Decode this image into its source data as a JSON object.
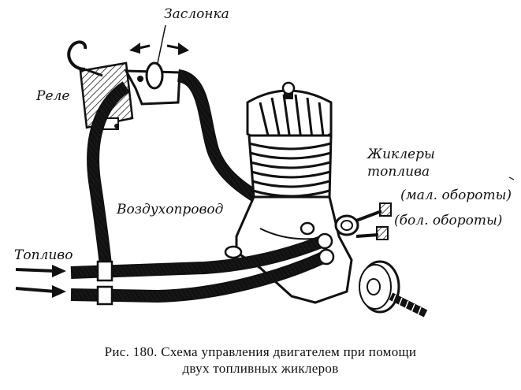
{
  "labels": {
    "zaslonka": "Заслонка",
    "rele": "Реле",
    "vozdukhoprovod": "Воздухопровод",
    "toplivo": "Топливо",
    "zhiklery_line1": "Жиклеры",
    "zhiklery_line2": "топлива",
    "mal_oboroty": "(мал. обороты)",
    "bol_oboroty": "(бол. обороты)"
  },
  "caption": {
    "line1": "Рис. 180. Схема управления двигателем при помощи",
    "line2": "двух топливных жиклеров"
  },
  "colors": {
    "ink": "#1a1a1a",
    "paper": "#ffffff"
  }
}
